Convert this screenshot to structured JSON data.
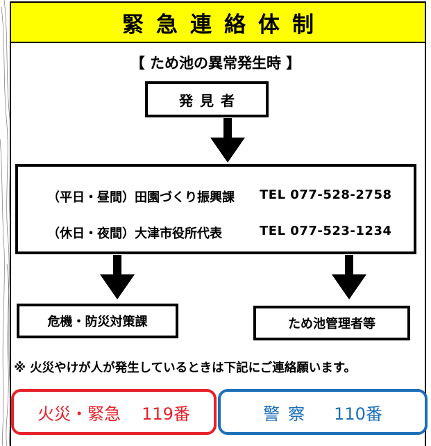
{
  "title": "緊急連絡体制",
  "subtitle": "【 ため池の異常発生時 】",
  "finder_box": "発見者",
  "contacts": [
    {
      "label": "（平日・昼間）田園づくり振興課",
      "tel": "TEL 077-528-2758"
    },
    {
      "label": "（休日・夜間）大津市役所代表",
      "tel": "TEL 077-523-1234"
    }
  ],
  "branches": {
    "left": "危機・防災対策課",
    "right": "ため池管理者等"
  },
  "note": "※ 火災やけが人が発生しているときは下記にご連絡願います。",
  "emergency": {
    "fire": {
      "name": "火災・緊急",
      "number": "119番"
    },
    "police": {
      "name": "警察",
      "number": "110番"
    }
  },
  "colors": {
    "title_bg": "#ffff00",
    "fire": "#e8202a",
    "police": "#1d6fb8"
  }
}
